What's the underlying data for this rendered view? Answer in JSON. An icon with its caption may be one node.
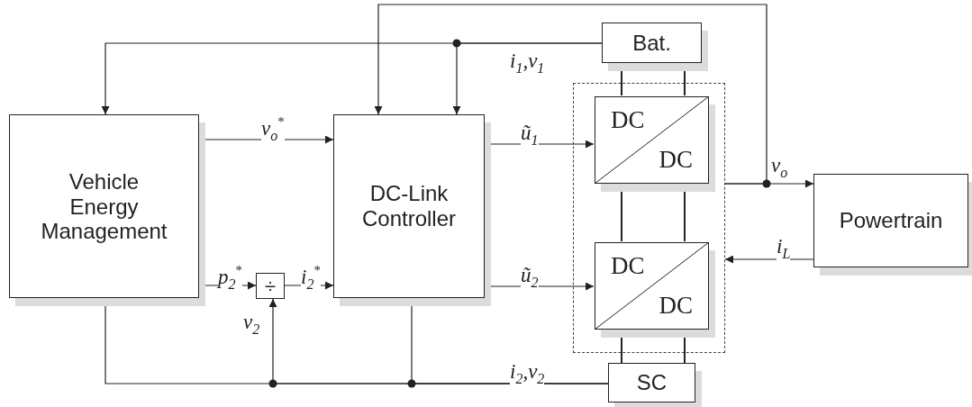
{
  "diagram": {
    "nodes": [
      {
        "text": [
          "Vehicle Energy Management"
        ]
      },
      {
        "text": [
          "DC-Link Controller"
        ]
      },
      {
        "text": [
          "Bat."
        ]
      },
      {
        "text": [],
        "shape": "box"
      },
      {
        "text": [
          "DC",
          "DC"
        ],
        "in": 3
      },
      {
        "text": [
          "DC",
          "DC"
        ],
        "in": 3
      },
      {
        "text": [
          "SC"
        ]
      },
      {
        "text": [
          "÷"
        ]
      },
      {
        "text": [
          "Powertrain"
        ]
      }
    ],
    "edges": [
      {
        "from": 0,
        "to": 1,
        "arrow": "to",
        "label": "v$_{o}$$^{*}$"
      },
      {
        "from": 0,
        "to": 7,
        "arrow": "to",
        "label": "p$_{2}$$^{*}$"
      },
      {
        "from": 7,
        "to": 1,
        "arrow": "to",
        "label": "i$_{2}$$^{*}$"
      },
      {
        "from": 1,
        "to": 4,
        "arrow": "to",
        "label": "ũ$_{1}$"
      },
      {
        "from": 1,
        "to": 5,
        "arrow": "to",
        "label": "ũ$_{2}$"
      },
      {
        "from": 2,
        "to": 0,
        "arrow": "to",
        "label": "i$_{1}$,v$_{1}$"
      },
      {
        "from": 2,
        "to": 1,
        "arrow": "to"
      },
      {
        "from": 3,
        "to": 8,
        "arrow": "to",
        "label": "v$_{o}$"
      },
      {
        "from": 3,
        "to": 1,
        "arrow": "to"
      },
      {
        "from": 8,
        "to": 3,
        "arrow": "to",
        "label": "i$_{L}$"
      },
      {
        "from": 6,
        "to": 0,
        "arrow": "to",
        "label": "i$_{2}$,v$_{2}$"
      },
      {
        "from": 6,
        "to": 7,
        "arrow": "to",
        "label": "v$_{2}$"
      },
      {
        "from": 6,
        "to": 1,
        "arrow": "to"
      },
      {
        "from": 2,
        "to": 4,
        "arrow": "none"
      },
      {
        "from": 2,
        "to": 4,
        "arrow": "none"
      },
      {
        "from": 4,
        "to": 5,
        "arrow": "none"
      },
      {
        "from": 4,
        "to": 5,
        "arrow": "none"
      },
      {
        "from": 5,
        "to": 6,
        "arrow": "none"
      },
      {
        "from": 5,
        "to": 6,
        "arrow": "none"
      }
    ]
  }
}
